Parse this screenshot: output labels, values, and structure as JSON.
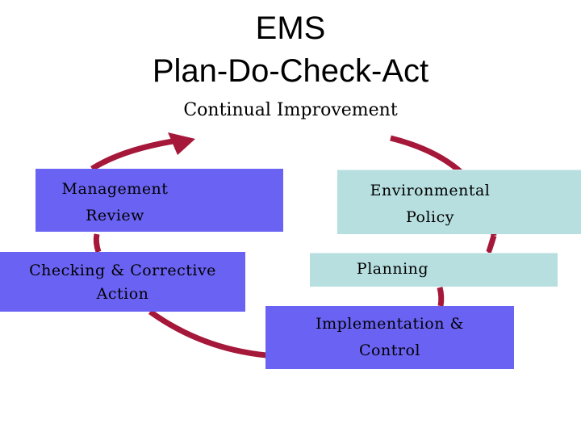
{
  "title": {
    "line1": "EMS",
    "line2": "Plan-Do-Check-Act"
  },
  "subtitle": "Continual Improvement",
  "boxes": {
    "management_review": {
      "line1": "Management",
      "line2": "Review"
    },
    "environmental_policy": {
      "line1": "Environmental",
      "line2": "Policy"
    },
    "checking": {
      "line1": "Checking & Corrective",
      "line2": "Action"
    },
    "planning": {
      "line1": "Planning"
    },
    "implementation": {
      "line1": "Implementation &",
      "line2": "Control"
    }
  },
  "colors": {
    "cycle_arrow": "#a5183a",
    "blue_box": "#6a62f2",
    "teal_box": "#b7dfe0"
  }
}
